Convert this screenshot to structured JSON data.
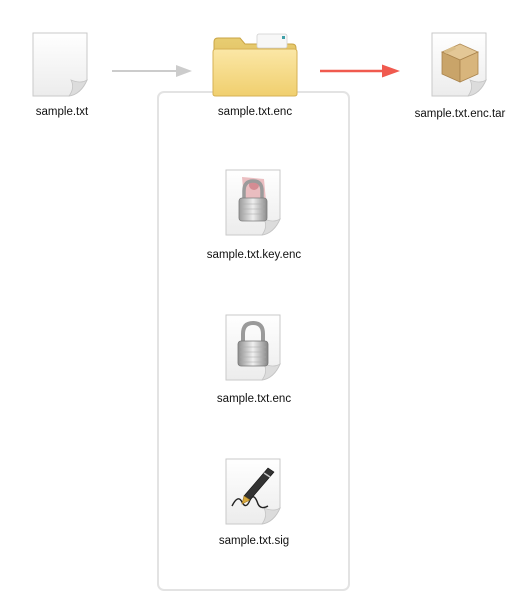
{
  "nodes": {
    "source_file": {
      "label": "sample.txt",
      "icon": "text-document-icon"
    },
    "encrypted_bundle": {
      "label": "sample.txt.enc",
      "icon": "folder-icon"
    },
    "archive_file": {
      "label": "sample.txt.enc.tar",
      "icon": "package-box-icon"
    }
  },
  "bundle_contents": [
    {
      "label": "sample.txt.key.enc",
      "icon": "encrypted-key-lock-icon"
    },
    {
      "label": "sample.txt.enc",
      "icon": "padlock-document-icon"
    },
    {
      "label": "sample.txt.sig",
      "icon": "signature-pen-document-icon"
    }
  ],
  "arrows": {
    "encrypt_arrow": {
      "color": "#cccccc"
    },
    "archive_arrow": {
      "color": "#f05a4f"
    }
  }
}
